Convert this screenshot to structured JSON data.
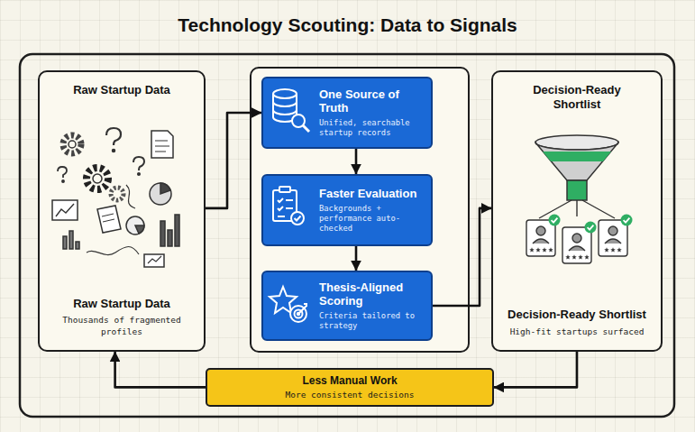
{
  "diagram": {
    "title": "Technology Scouting: Data to Signals",
    "nodes": [
      {
        "text": [
          "Raw Startup Data",
          "Raw Startup Data",
          "Thousands of fragmented profiles"
        ]
      },
      {
        "text": [
          "One Source of Truth",
          "Unified, searchable startup records"
        ]
      },
      {
        "text": [
          "Faster Evaluation",
          "Backgrounds + performance auto-checked"
        ]
      },
      {
        "text": [
          "Thesis-Aligned Scoring",
          "Criteria tailored to strategy"
        ]
      },
      {
        "text": [
          "Decision-Ready Shortlist",
          "Decision-Ready Shortlist",
          "High-fit startups surfaced"
        ]
      },
      {
        "text": [
          "Less Manual Work",
          "More consistent decisions"
        ]
      }
    ],
    "edges": [
      {
        "from": 0,
        "to": 1,
        "arrow": "to"
      },
      {
        "from": 1,
        "to": 2,
        "arrow": "to"
      },
      {
        "from": 2,
        "to": 3,
        "arrow": "to"
      },
      {
        "from": 3,
        "to": 4,
        "arrow": "to"
      },
      {
        "from": 4,
        "to": 5,
        "arrow": "to"
      },
      {
        "from": 5,
        "to": 0,
        "arrow": "to"
      }
    ]
  }
}
